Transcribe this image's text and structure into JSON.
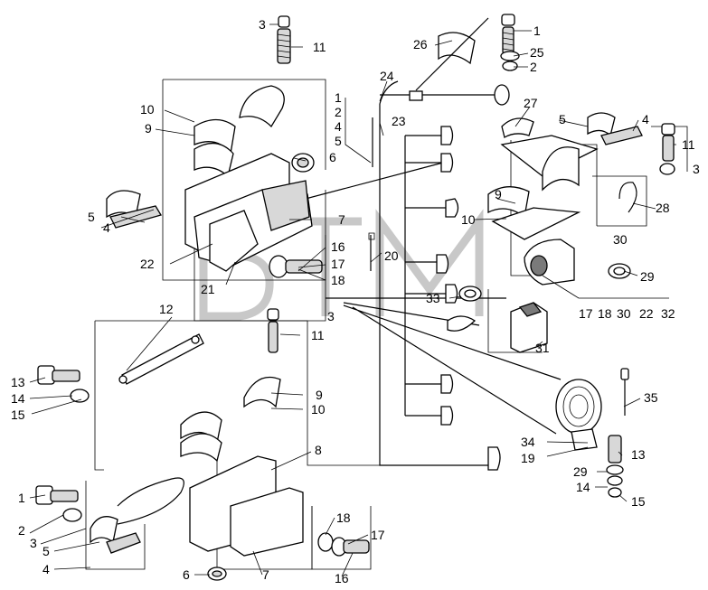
{
  "labels": [
    {
      "id": "l3a",
      "text": "3"
    },
    {
      "id": "l11a",
      "text": "11"
    },
    {
      "id": "l10a",
      "text": "10"
    },
    {
      "id": "l9a",
      "text": "9"
    },
    {
      "id": "l6a",
      "text": "6"
    },
    {
      "id": "l5a",
      "text": "5"
    },
    {
      "id": "l4a",
      "text": "4"
    },
    {
      "id": "l22",
      "text": "22"
    },
    {
      "id": "l7a",
      "text": "7"
    },
    {
      "id": "l16a",
      "text": "16"
    },
    {
      "id": "l17a",
      "text": "17"
    },
    {
      "id": "l18a",
      "text": "18"
    },
    {
      "id": "l21",
      "text": "21"
    },
    {
      "id": "l20",
      "text": "20"
    },
    {
      "id": "l1a",
      "text": "1"
    },
    {
      "id": "l2a",
      "text": "2"
    },
    {
      "id": "l4b",
      "text": "4"
    },
    {
      "id": "l5b",
      "text": "5"
    },
    {
      "id": "l23",
      "text": "23"
    },
    {
      "id": "l24",
      "text": "24"
    },
    {
      "id": "l26",
      "text": "26"
    },
    {
      "id": "l1b",
      "text": "1"
    },
    {
      "id": "l25",
      "text": "25"
    },
    {
      "id": "l2b",
      "text": "2"
    },
    {
      "id": "l27",
      "text": "27"
    },
    {
      "id": "l5c",
      "text": "5"
    },
    {
      "id": "l4c",
      "text": "4"
    },
    {
      "id": "l11b",
      "text": "11"
    },
    {
      "id": "l3b",
      "text": "3"
    },
    {
      "id": "l9b",
      "text": "9"
    },
    {
      "id": "l28",
      "text": "28"
    },
    {
      "id": "l10b",
      "text": "10"
    },
    {
      "id": "l30a",
      "text": "30"
    },
    {
      "id": "l29a",
      "text": "29"
    },
    {
      "id": "l17b",
      "text": "17"
    },
    {
      "id": "l18b",
      "text": "18"
    },
    {
      "id": "l30b",
      "text": "30"
    },
    {
      "id": "l22b",
      "text": "22"
    },
    {
      "id": "l32",
      "text": "32"
    },
    {
      "id": "l33",
      "text": "33"
    },
    {
      "id": "l3c",
      "text": "3"
    },
    {
      "id": "l31",
      "text": "31"
    },
    {
      "id": "l12",
      "text": "12"
    },
    {
      "id": "l11c",
      "text": "11"
    },
    {
      "id": "l13a",
      "text": "13"
    },
    {
      "id": "l14a",
      "text": "14"
    },
    {
      "id": "l15a",
      "text": "15"
    },
    {
      "id": "l9c",
      "text": "9"
    },
    {
      "id": "l10c",
      "text": "10"
    },
    {
      "id": "l8",
      "text": "8"
    },
    {
      "id": "l35",
      "text": "35"
    },
    {
      "id": "l34",
      "text": "34"
    },
    {
      "id": "l19",
      "text": "19"
    },
    {
      "id": "l13b",
      "text": "13"
    },
    {
      "id": "l29b",
      "text": "29"
    },
    {
      "id": "l14b",
      "text": "14"
    },
    {
      "id": "l15b",
      "text": "15"
    },
    {
      "id": "l1c",
      "text": "1"
    },
    {
      "id": "l2c",
      "text": "2"
    },
    {
      "id": "l3d",
      "text": "3"
    },
    {
      "id": "l5d",
      "text": "5"
    },
    {
      "id": "l4d",
      "text": "4"
    },
    {
      "id": "l6b",
      "text": "6"
    },
    {
      "id": "l7b",
      "text": "7"
    },
    {
      "id": "l18c",
      "text": "18"
    },
    {
      "id": "l17c",
      "text": "17"
    },
    {
      "id": "l16b",
      "text": "16"
    }
  ]
}
